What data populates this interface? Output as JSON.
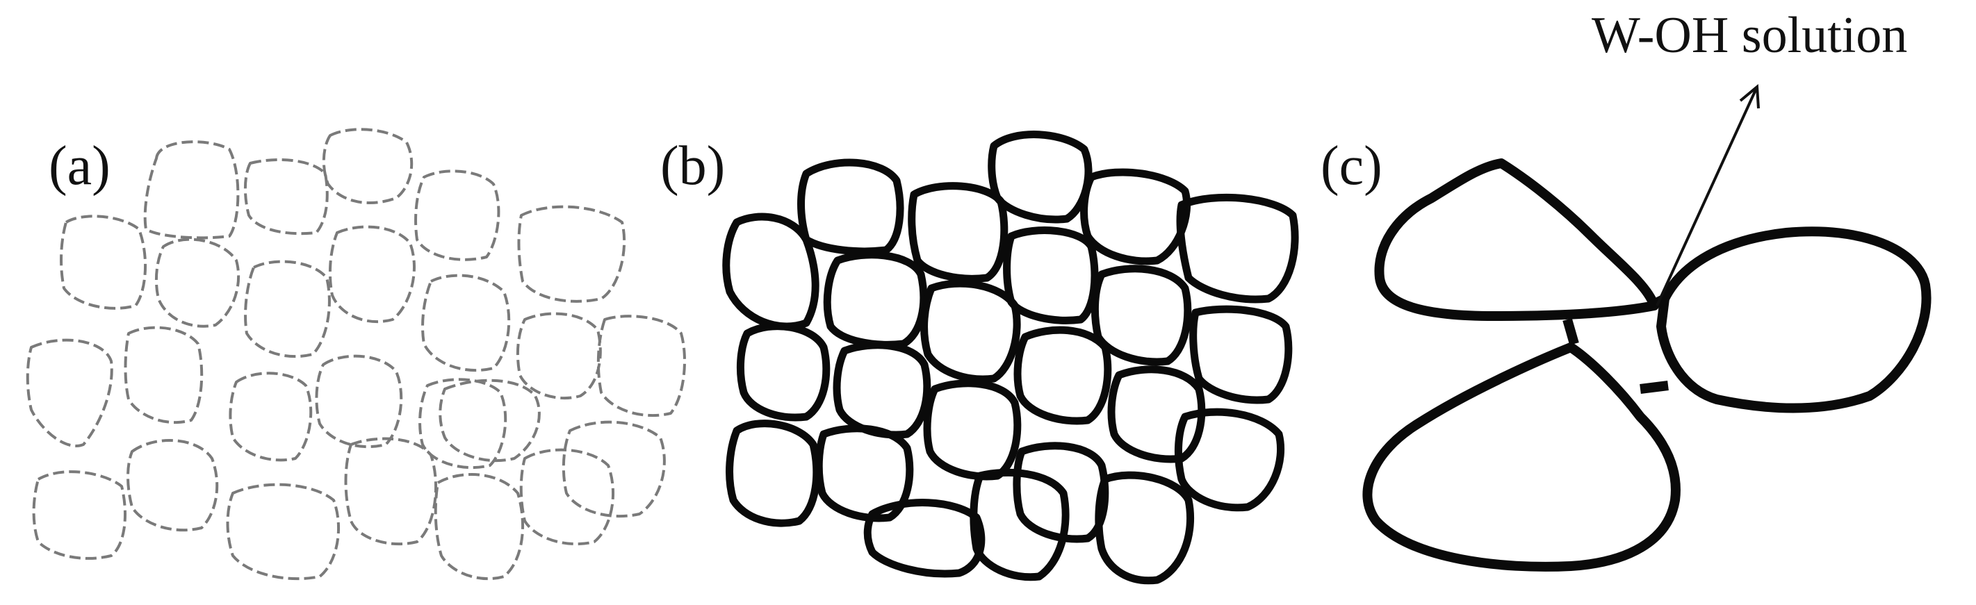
{
  "panels": [
    {
      "label": "(a)"
    },
    {
      "label": "(b)"
    },
    {
      "label": "(c)"
    }
  ],
  "annotation": {
    "text": "W-OH solution"
  },
  "colors": {
    "dashed_cell": "#7a7a7a",
    "solid_cell": "#0a0a0a",
    "arrow": "#111111"
  }
}
